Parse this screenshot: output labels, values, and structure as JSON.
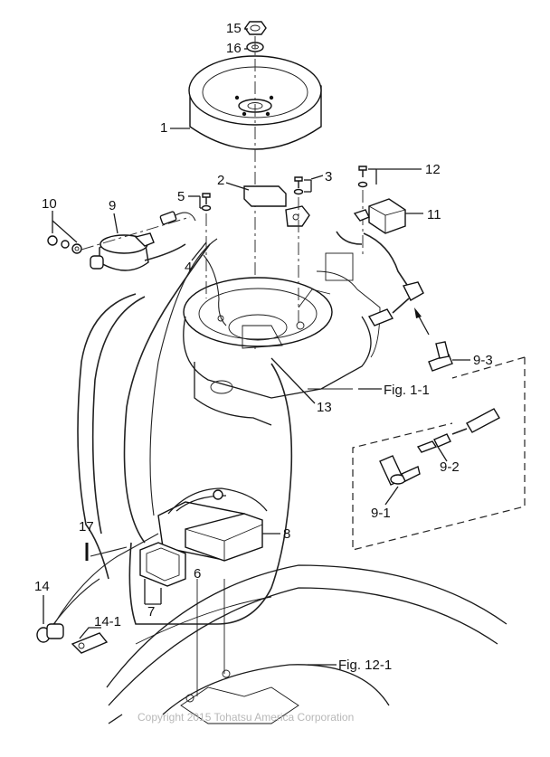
{
  "labels": {
    "p15": "15",
    "p16": "16",
    "p1": "1",
    "p2": "2",
    "p3": "3",
    "p12": "12",
    "p5": "5",
    "p10": "10",
    "p9": "9",
    "p11": "11",
    "p4": "4",
    "p9_3": "9-3",
    "p13": "13",
    "p9_2": "9-2",
    "p9_1": "9-1",
    "p8": "8",
    "p17": "17",
    "p6": "6",
    "p7": "7",
    "p14": "14",
    "p14_1": "14-1"
  },
  "figure_refs": {
    "fig_1_1": "Fig. 1-1",
    "fig_12_1": "Fig. 12-1"
  },
  "copyright": "Copyright 2015 Tohatsu America Corporation"
}
